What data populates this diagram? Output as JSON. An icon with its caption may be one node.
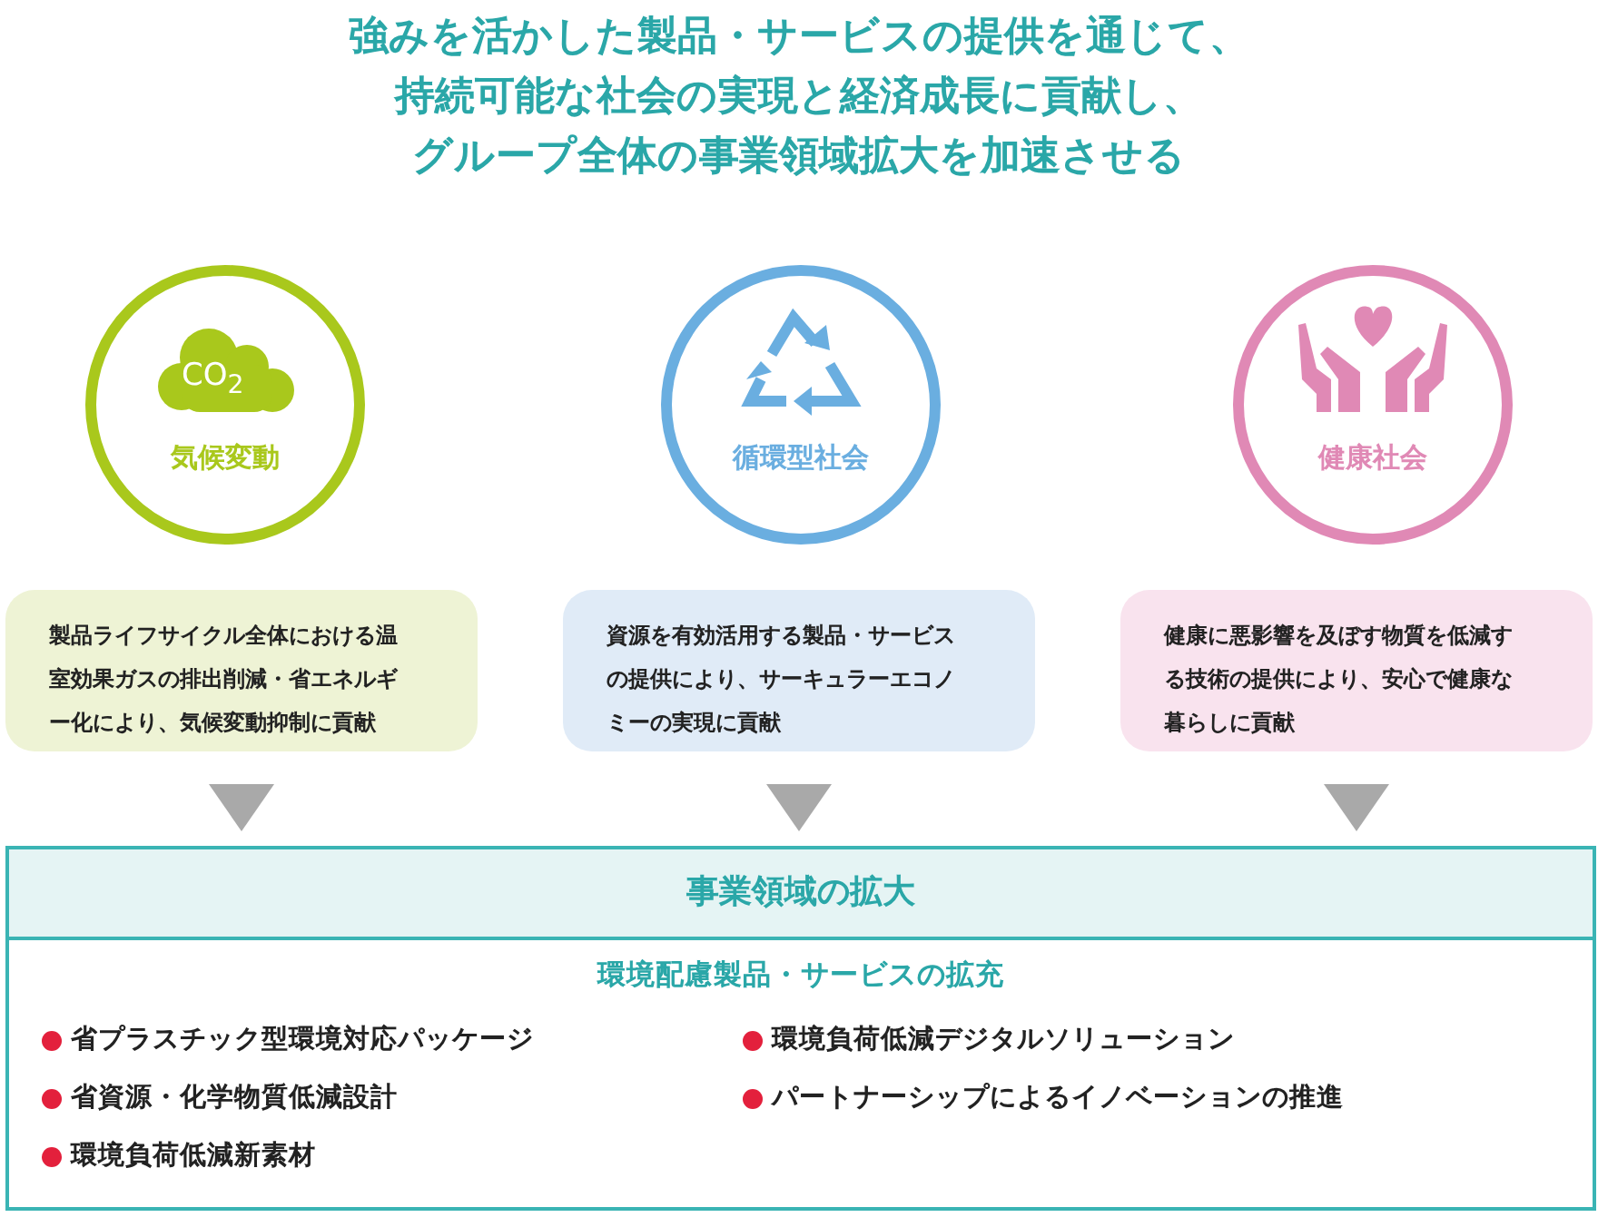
{
  "diagram": {
    "title": "強みを活かした製品・サービスの提供を通じて、持続可能な社会の実現と経済成長に貢献し、グループ全体の事業領域拡大を加速させる",
    "nodes": [
      {
        "text": [
          "CO$_{2}$",
          "気候変動"
        ]
      },
      {
        "text": [
          "循環型社会"
        ]
      },
      {
        "text": [
          "健康社会"
        ]
      },
      {
        "text": [
          "製品ライフサイクル全体における温室効果ガスの排出削減・省エネルギー化により、気候変動抑制に貢献"
        ]
      },
      {
        "text": [
          "資源を有効活用する製品・サービスの提供により、サーキュラーエコノミーの実現に貢献"
        ]
      },
      {
        "text": [
          "健康に悪影響を及ぼす物質を低減する技術の提供により、安心で健康な暮らしに貢献"
        ]
      },
      {
        "text": [
          "事業領域の拡大",
          "環境配慮製品・サービスの拡充",
          "省プラスチック型環境対応パッケージ",
          "省資源・化学物質低減設計",
          "環境負荷低減新素材",
          "環境負荷低減デジタルソリューション",
          "パートナーシップによるイノベーションの推進"
        ]
      }
    ],
    "edges": [
      {
        "from": 3,
        "to": 6,
        "arrow": "to"
      },
      {
        "from": 4,
        "to": 6,
        "arrow": "to"
      },
      {
        "from": 5,
        "to": 6,
        "arrow": "to"
      }
    ]
  }
}
